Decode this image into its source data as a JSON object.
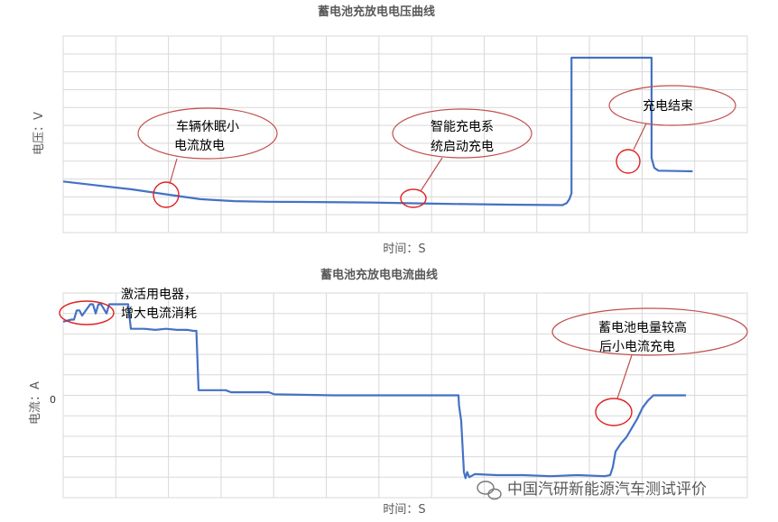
{
  "chart_data": [
    {
      "type": "line",
      "title": "蓄电池充放电电压曲线",
      "xlabel": "时间：S",
      "ylabel": "电压：V",
      "x_tick_labels": [],
      "y_tick_labels": [],
      "xlim": [
        0,
        100
      ],
      "ylim": [
        0,
        100
      ],
      "grid": true,
      "colors": {
        "line": "#4472c4",
        "annotation": "#c0504d",
        "grid": "#d9d9d9"
      },
      "series": [
        {
          "x": [
            0,
            5,
            10,
            15,
            20,
            25,
            30,
            35,
            45,
            55,
            65,
            73,
            73.6,
            74,
            74.3,
            74.3,
            86,
            86,
            86.4,
            87,
            92
          ],
          "y": [
            26,
            24,
            22,
            19.5,
            17,
            16,
            15.7,
            15.6,
            15.3,
            14.7,
            14.2,
            14.0,
            15,
            17,
            20,
            89,
            89,
            38,
            33,
            31.5,
            31.2
          ]
        }
      ],
      "annotations": [
        {
          "text": [
            "车辆休眠小",
            "电流放电"
          ]
        },
        {
          "text": [
            "智能充电系",
            "统启动充电"
          ]
        },
        {
          "text": [
            "充电结束"
          ]
        }
      ]
    },
    {
      "type": "line",
      "title": "蓄电池充放电电流曲线",
      "xlabel": "时间：S",
      "ylabel": "电流：A",
      "x_tick_labels": [],
      "y_tick_labels": [
        "0"
      ],
      "xlim": [
        0,
        100
      ],
      "ylim": [
        -100,
        100
      ],
      "grid": true,
      "colors": {
        "line": "#4472c4",
        "annotation": "#c0504d",
        "grid": "#d9d9d9"
      },
      "series": [
        {
          "x": [
            0,
            1.5,
            2,
            2.5,
            3,
            3.5,
            5,
            5.5,
            6,
            6.5,
            7,
            8,
            8.5,
            9,
            9.5,
            10,
            10.5,
            11,
            11.5,
            12,
            12.5,
            13,
            15,
            17,
            19,
            21,
            23,
            24,
            24.6,
            25,
            30,
            31,
            38,
            39,
            50,
            60,
            70,
            73,
            73.1,
            73.5,
            74,
            74.3,
            74.6,
            75,
            76,
            80,
            85,
            90,
            95,
            100,
            101,
            101.2,
            101.5,
            102,
            103,
            104,
            105,
            106,
            107,
            108,
            109,
            110,
            111,
            115
          ],
          "y": [
            72,
            74,
            74,
            83,
            83,
            78,
            89,
            89,
            80,
            89,
            89,
            80,
            89,
            89,
            89,
            89,
            89,
            89,
            89,
            89,
            65,
            65,
            65,
            64,
            65,
            64,
            64,
            63,
            63,
            5,
            5,
            3,
            3,
            1,
            0,
            0,
            0,
            0,
            -10,
            -25,
            -75,
            -81,
            -75,
            -80,
            -77,
            -78,
            -78,
            -79,
            -78,
            -79,
            -78,
            -75,
            -70,
            -55,
            -47,
            -41,
            -32,
            -23,
            -12,
            -5,
            0,
            0,
            0,
            0
          ]
        }
      ],
      "annotations": [
        {
          "text": [
            "激活用电器，",
            "增大电流消耗"
          ]
        },
        {
          "text": [
            "蓄电池电量较高",
            "后小电流充电"
          ]
        }
      ]
    }
  ],
  "watermark": "中国汽研新能源汽车测试评价"
}
